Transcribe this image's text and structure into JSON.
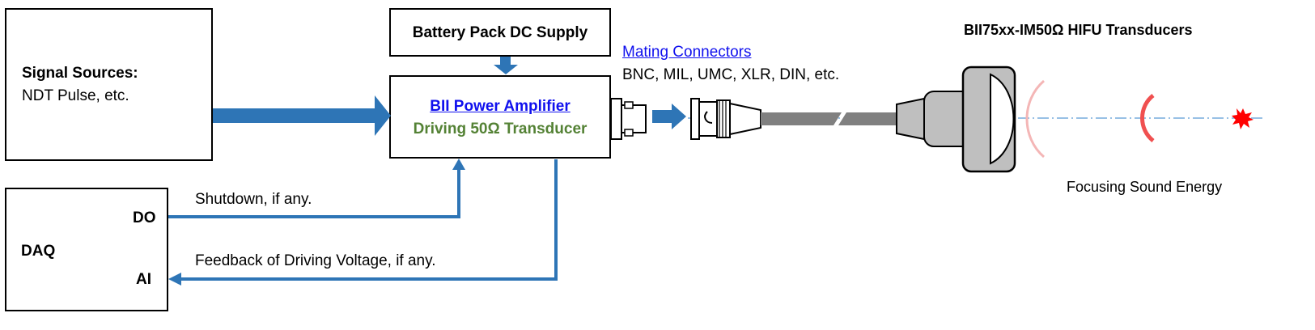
{
  "signal_sources": {
    "title": "Signal Sources:",
    "subtitle": "NDT Pulse, etc."
  },
  "battery": {
    "label": "Battery Pack DC Supply"
  },
  "amplifier": {
    "title": "BII Power Amplifier",
    "subtitle": "Driving 50Ω Transducer"
  },
  "connectors": {
    "title": "Mating Connectors",
    "types": "BNC, MIL, UMC, XLR, DIN, etc."
  },
  "transducer": {
    "title": "BII75xx-IM50Ω HIFU Transducers",
    "caption": "Focusing Sound Energy"
  },
  "daq": {
    "title": "DAQ",
    "do_label": "DO",
    "ai_label": "AI"
  },
  "signals": {
    "shutdown": "Shutdown, if any.",
    "feedback": "Feedback of Driving Voltage, if any."
  },
  "colors": {
    "arrow_blue": "#2e75b6",
    "link_blue": "#1010ee",
    "green": "#548235",
    "focus_red": "#f05050",
    "cable_gray": "#808080",
    "housing_gray": "#bfbfbf"
  }
}
